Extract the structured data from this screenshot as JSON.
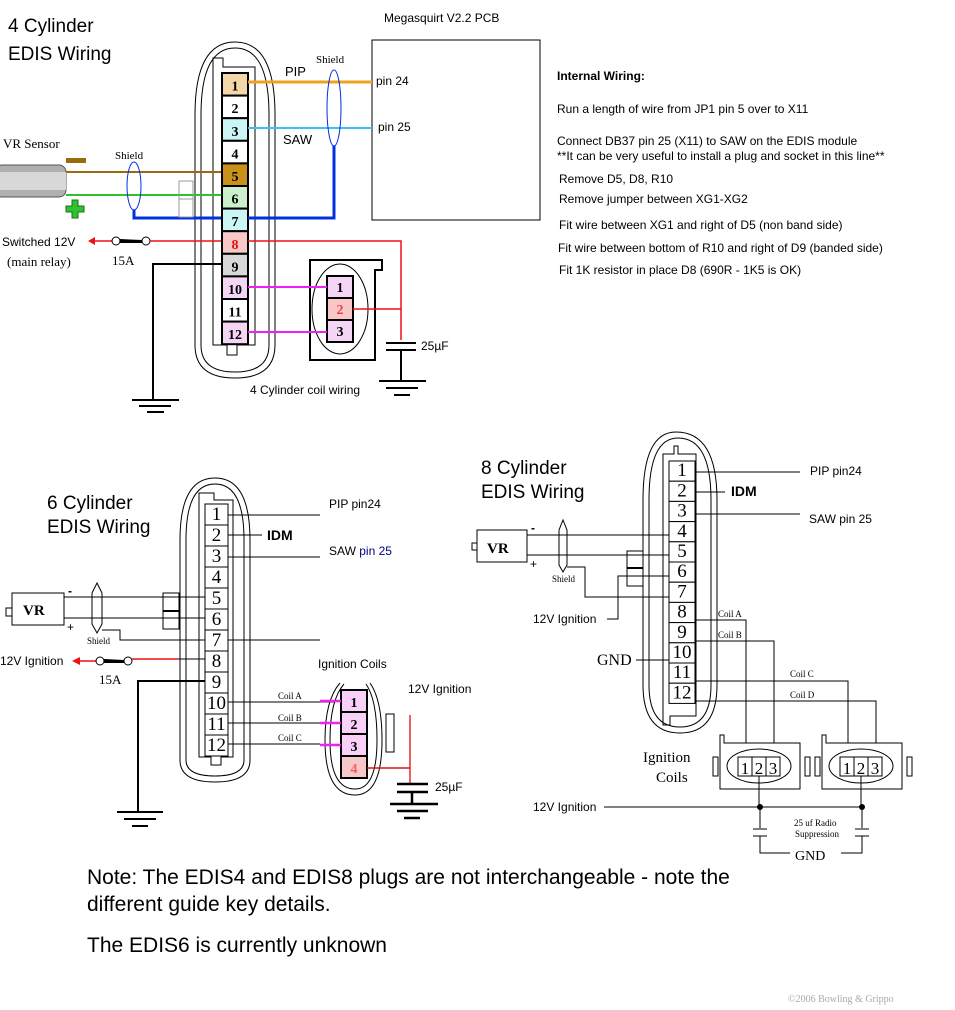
{
  "edis4": {
    "title_line1": "4 Cylinder",
    "title_line2": "EDIS Wiring",
    "pcb_title": "Megasquirt V2.2 PCB",
    "pcb_pin24": "pin 24",
    "pcb_pin25": "pin 25",
    "pip_label": "PIP",
    "saw_label": "SAW",
    "shield_label_top": "Shield",
    "shield_label_vr": "Shield",
    "vr_sensor_label": "VR Sensor",
    "switched_line1": "Switched 12V",
    "switched_line2": "(main relay)",
    "fuse_label": "15A",
    "cap_label": "25µF",
    "coil_caption": "4 Cylinder coil wiring",
    "pins": [
      "1",
      "2",
      "3",
      "4",
      "5",
      "6",
      "7",
      "8",
      "9",
      "10",
      "11",
      "12"
    ],
    "pin_colors": [
      "#f5d8a8",
      "#ffffff",
      "#ccf5f5",
      "#ffffff",
      "#c9901a",
      "#ccf0cc",
      "#ccf5f5",
      "#f8c8c8",
      "#d8d8d8",
      "#f5d5f5",
      "#ffffff",
      "#f5d5f5"
    ],
    "coil_pins": [
      "1",
      "2",
      "3"
    ],
    "wire_colors": {
      "pip": "#f0a020",
      "saw": "#40c0f0",
      "vr_neg": "#9a6a10",
      "vr_pos": "#30c030",
      "shield": "#0030e0",
      "power": "#f01010",
      "coil": "#f020f0"
    }
  },
  "internal_wiring": {
    "heading": "Internal Wiring:",
    "lines": [
      "Run a length of wire from  JP1 pin 5 over to X11",
      "Connect DB37 pin 25 (X11) to SAW on the EDIS module",
      "**It can be very useful to install a plug and socket in this line**",
      "Remove D5, D8, R10",
      "Remove jumper between XG1-XG2",
      "Fit wire between XG1 and right of D5 (non band side)",
      "Fit wire between bottom of R10 and right of D9 (banded side)",
      "Fit  1K  resistor in place D8  (690R - 1K5 is OK)"
    ]
  },
  "edis6": {
    "title_line1": "6 Cylinder",
    "title_line2": "EDIS Wiring",
    "pins": [
      "1",
      "2",
      "3",
      "4",
      "5",
      "6",
      "7",
      "8",
      "9",
      "10",
      "11",
      "12"
    ],
    "pip_label": "PIP  pin24",
    "saw_label": "SAW",
    "saw_pin": "pin 25",
    "idm_label": "IDM",
    "vr_label": "VR",
    "minus": "-",
    "plus": "+",
    "shield_label": "Shield",
    "ignition_label": "12V Ignition",
    "fuse_label": "15A",
    "coils_caption": "Ignition Coils",
    "coil_labels": [
      "Coil A",
      "Coil B",
      "Coil C"
    ],
    "coil_pins": [
      "1",
      "2",
      "3",
      "4"
    ],
    "coil_ignition_label": "12V Ignition",
    "cap_label": "25µF"
  },
  "edis8": {
    "title_line1": "8 Cylinder",
    "title_line2": "EDIS Wiring",
    "pins": [
      "1",
      "2",
      "3",
      "4",
      "5",
      "6",
      "7",
      "8",
      "9",
      "10",
      "11",
      "12"
    ],
    "pip_label": "PIP  pin24",
    "saw_label": "SAW",
    "saw_pin": "pin 25",
    "idm_label": "IDM",
    "vr_label": "VR",
    "minus": "-",
    "plus": "+",
    "shield_label": "Shield",
    "ignition_label": "12V Ignition",
    "gnd_label": "GND",
    "coil_labels": [
      "Coil A",
      "Coil B",
      "Coil C",
      "Coil D"
    ],
    "coils_line1": "Ignition",
    "coils_line2": "Coils",
    "coil_pins": [
      "1",
      "2",
      "3"
    ],
    "bottom_ignition": "12V Ignition",
    "suppression_line1": "25 uf Radio",
    "suppression_line2": "Suppression",
    "bottom_gnd": "GND"
  },
  "notes": {
    "line1": "Note: The EDIS4 and  EDIS8 plugs are not interchangeable - note the",
    "line2": "different guide key details.",
    "line3": "The EDIS6 is currently unknown"
  },
  "copyright": "©2006 Bowling & Grippo"
}
